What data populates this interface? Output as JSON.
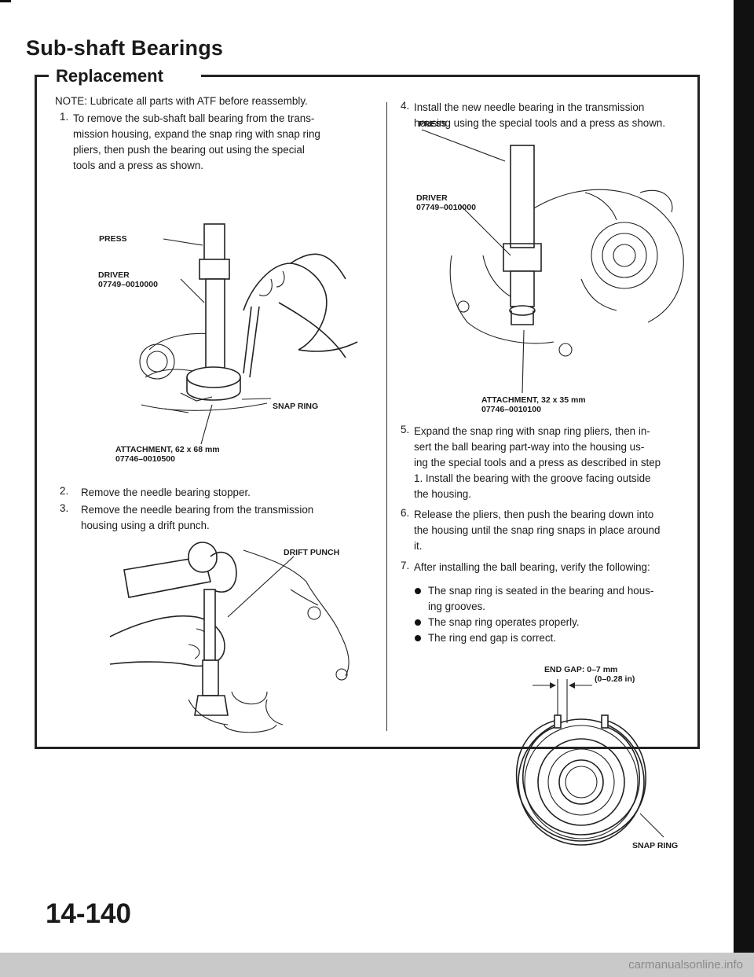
{
  "header": {
    "title": "Sub-shaft Bearings",
    "subtitle": "Replacement"
  },
  "note": "NOTE: Lubricate all parts with ATF before reassembly.",
  "steps": {
    "s1_num": "1.",
    "s1_lines": [
      "To remove the sub-shaft ball bearing from the trans-",
      "mission housing, expand the snap ring with snap ring",
      "pliers, then push the bearing out using the special",
      "tools and a press as shown."
    ],
    "s2_num": "2.",
    "s2": "Remove the needle bearing stopper.",
    "s3_num": "3.",
    "s3_lines": [
      "Remove the needle bearing from the transmission",
      "housing using a drift punch."
    ],
    "s4_num": "4.",
    "s4_lines": [
      "Install the new needle bearing in the transmission",
      "housing using the special tools and a press as shown."
    ],
    "s5_num": "5.",
    "s5_lines": [
      "Expand the snap ring with snap ring pliers, then in-",
      "sert the ball bearing part-way into the housing us-",
      "ing the special tools and a press as described in step",
      "1. Install the bearing with the groove facing outside",
      "the housing."
    ],
    "s6_num": "6.",
    "s6_lines": [
      "Release the pliers, then push the bearing down into",
      "the housing until the snap ring snaps in place around",
      "it."
    ],
    "s7_num": "7.",
    "s7": "After installing the ball bearing, verify the following:",
    "checks": [
      "The snap ring is seated in the bearing and hous-",
      "ing grooves.",
      "The snap ring operates properly.",
      "The ring end gap is correct."
    ]
  },
  "labels": {
    "fig1_press": "PRESS",
    "fig1_driver": "DRIVER",
    "fig1_driver_pn": "07749–0010000",
    "fig1_snap": "SNAP RING",
    "fig1_attach": "ATTACHMENT, 62 x 68 mm",
    "fig1_attach_pn": "07746–0010500",
    "fig2_drift": "DRIFT PUNCH",
    "fig3_press": "PRESS",
    "fig3_driver": "DRIVER",
    "fig3_driver_pn": "07749–0010000",
    "fig3_attach": "ATTACHMENT, 32 x 35 mm",
    "fig3_attach_pn": "07746–0010100",
    "fig4_gap": "END GAP: 0–7 mm",
    "fig4_gap_in": "(0–0.28 in)",
    "fig4_snap": "SNAP RING"
  },
  "footer": {
    "page_number": "14-140",
    "watermark": "carmanualsonline.info"
  }
}
